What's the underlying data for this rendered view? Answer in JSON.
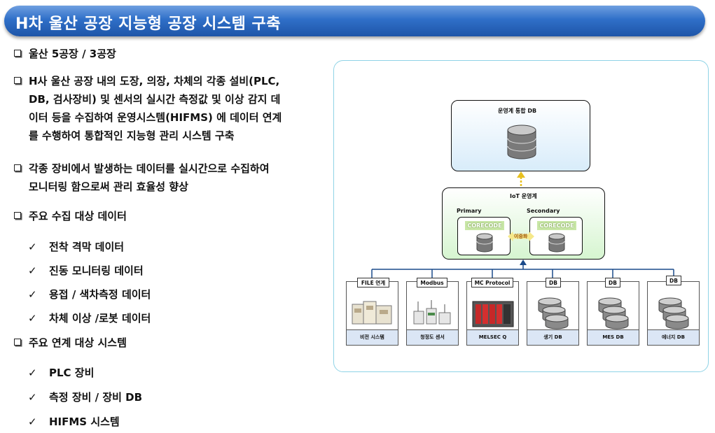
{
  "header": {
    "title": "H차 울산 공장 지능형 공장 시스템 구축"
  },
  "bullets": [
    {
      "text": "울산 5공장 / 3공장"
    },
    {
      "lines": [
        "H사 울산 공장 내의 도장, 의장, 차체의 각종 설비(PLC,",
        "DB, 검사장비) 및 센서의 실시간 측정값 및 이상 감지 데",
        "이터 등을 수집하여 운영시스템(HIFMS) 에 데이터 연계",
        "를 수행하여 통합적인 지능형 관리 시스템 구축"
      ]
    },
    {
      "lines": [
        "각종 장비에서 발생하는 데이터를 실시간으로 수집하여",
        "모니터링 함으로써 관리 효율성 향상"
      ]
    },
    {
      "text": "주요 수집 대상 데이터",
      "items": [
        "전착 격막 데이터",
        "진동 모니터링 데이터",
        "용접 / 색차측정 데이터",
        "차체 이상 /로봇 데이터"
      ]
    },
    {
      "text": "주요 연계 대상 시스템",
      "items": [
        "PLC 장비",
        "측정 장비 / 장비 DB",
        "HIFMS 시스템"
      ]
    }
  ],
  "check_mark": "✓",
  "diagram": {
    "top_box": "운영계 통합 DB",
    "iot_box": "IoT 운영계",
    "primary": "Primary",
    "secondary": "Secondary",
    "corecode": "CORECODE",
    "redundancy": "이중화",
    "systems": [
      {
        "tag": "FILE 연계",
        "label": "비전 시스템",
        "icon": "server-machine-icon"
      },
      {
        "tag": "Modbus",
        "label": "청정도 센서",
        "icon": "sensor-device-icon"
      },
      {
        "tag": "MC Protocol",
        "label": "MELSEC Q",
        "icon": "plc-module-icon"
      },
      {
        "tag": "DB",
        "label": "생기 DB",
        "icon": "database-icon"
      },
      {
        "tag": "DB",
        "label": "MES DB",
        "icon": "database-icon"
      },
      {
        "tag": "DB",
        "label": "에너지 DB",
        "icon": "database-icon"
      }
    ],
    "colors": {
      "title_bar": "#2f6fc8",
      "frame": "#8fd3e6",
      "top_box_fill": "#d8ecfa",
      "iot_box_fill": "#d6f5d0",
      "arrow": "#1a4a8a"
    }
  }
}
